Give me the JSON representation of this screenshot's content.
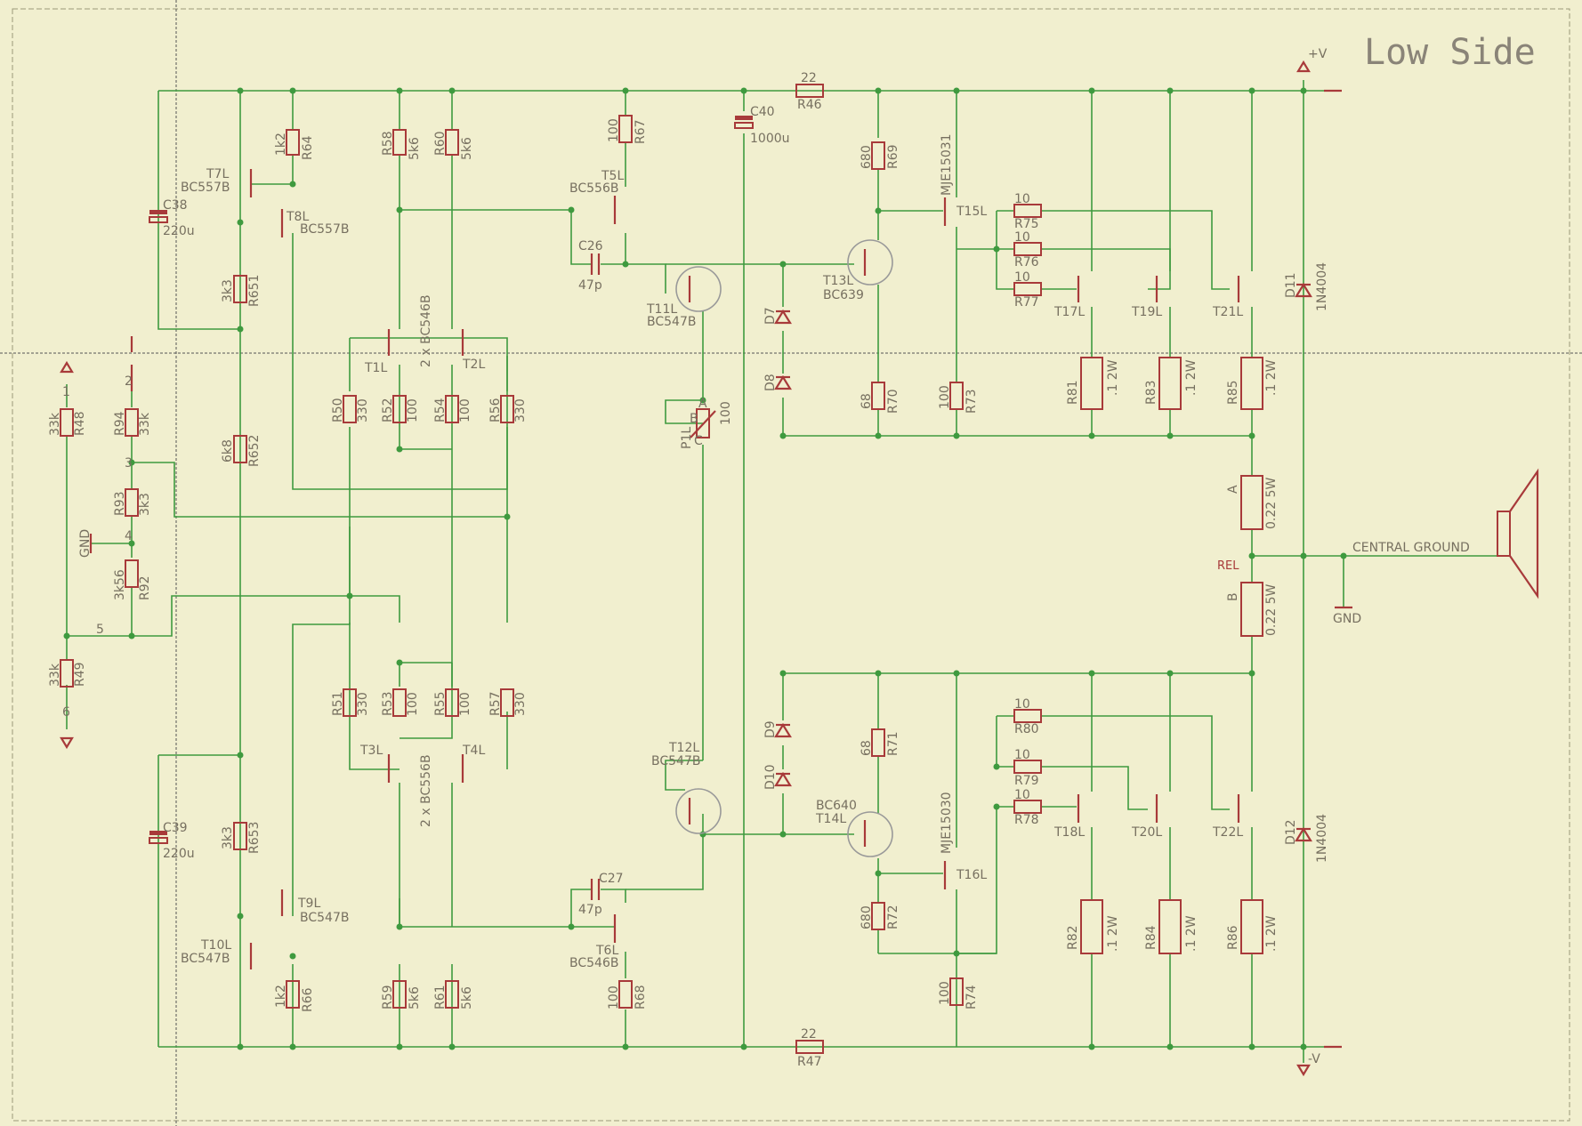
{
  "title": "Low Side",
  "rails": {
    "pos": "+V",
    "neg": "-V",
    "gnd": "GND",
    "central": "CENTRAL GROUND",
    "rel": "REL"
  },
  "labels": {
    "r46_val": "22",
    "r46": "R46",
    "r47_val": "22",
    "r47": "R47",
    "c40": "C40",
    "c40_val": "1000u",
    "c38": "C38",
    "c38_val": "220u",
    "c39": "C39",
    "c39_val": "220u",
    "r64": "R64",
    "r64_val": "1k2",
    "r651": "R651",
    "r651_val": "3k3",
    "r652": "R652",
    "r652_val": "6k8",
    "r653": "R653",
    "r653_val": "3k3",
    "r66": "R66",
    "r66_val": "1k2",
    "t7": "T7L",
    "t7_type": "BC557B",
    "t8": "T8L",
    "t8_type": "BC557B",
    "t9": "T9L",
    "t9_type": "BC547B",
    "t10": "T10L",
    "t10_type": "BC547B",
    "r58": "R58",
    "r58_val": "5k6",
    "r60": "R60",
    "r60_val": "5k6",
    "r59": "R59",
    "r59_val": "5k6",
    "r61": "R61",
    "r61_val": "5k6",
    "t5": "T5L",
    "t5_type": "BC556B",
    "t6": "T6L",
    "t6_type": "BC546B",
    "r67": "R67",
    "r67_val": "100",
    "r68": "R68",
    "r68_val": "100",
    "c26": "C26",
    "c26_val": "47p",
    "c27": "C27",
    "c27_val": "47p",
    "t11": "T11L",
    "t11_type": "BC547B",
    "t12": "T12L",
    "t12_type": "BC547B",
    "p1": "P1L",
    "p1_val": "100",
    "p1_pin_a": "A",
    "p1_pin_b": "B",
    "p1_pin_c": "C",
    "t1": "T1L",
    "t2": "T2L",
    "t12_pair": "2 x BC546B",
    "t3": "T3L",
    "t4": "T4L",
    "t34_pair": "2 x BC556B",
    "r50": "R50",
    "r50_val": "330",
    "r52": "R52",
    "r52_val": "100",
    "r54": "R54",
    "r54_val": "100",
    "r56": "R56",
    "r56_val": "330",
    "r51": "R51",
    "r51_val": "330",
    "r53": "R53",
    "r53_val": "100",
    "r55": "R55",
    "r55_val": "100",
    "r57": "R57",
    "r57_val": "330",
    "r48": "R48",
    "r48_val": "33k",
    "r49": "R49",
    "r49_val": "33k",
    "r94": "R94",
    "r94_val": "33k",
    "r93": "R93",
    "r93_val": "3k3",
    "r92": "R92",
    "r92_val": "3k56",
    "n1": "1",
    "n2": "2",
    "n3": "3",
    "n4": "4",
    "n5": "5",
    "n6": "6",
    "d7": "D7",
    "d8": "D8",
    "d9": "D9",
    "d10": "D10",
    "t13": "T13L",
    "t13_type": "BC639",
    "t14": "T14L",
    "t14_type": "BC640",
    "r69": "R69",
    "r69_val": "680",
    "r70": "R70",
    "r70_val": "68",
    "r71": "R71",
    "r71_val": "68",
    "r72": "R72",
    "r72_val": "680",
    "t15": "T15L",
    "t15_type": "MJE15031",
    "t16": "T16L",
    "t16_type": "MJE15030",
    "r73": "R73",
    "r73_val": "100",
    "r74": "R74",
    "r74_val": "100",
    "r75": "R75",
    "r76": "R76",
    "r77": "R77",
    "r78": "R78",
    "r79": "R79",
    "r80": "R80",
    "r10_val": "10",
    "t17": "T17L",
    "t19": "T19L",
    "t21": "T21L",
    "t18": "T18L",
    "t20": "T20L",
    "t22": "T22L",
    "r81": "R81",
    "r83": "R83",
    "r85": "R85",
    "r82": "R82",
    "r84": "R84",
    "r86": "R86",
    "r_em_val": ".1 2W",
    "ra": "A",
    "rb": "B",
    "r_out_val": "0.22 5W",
    "d11": "D11",
    "d12": "D12",
    "d_val": "1N4004"
  }
}
